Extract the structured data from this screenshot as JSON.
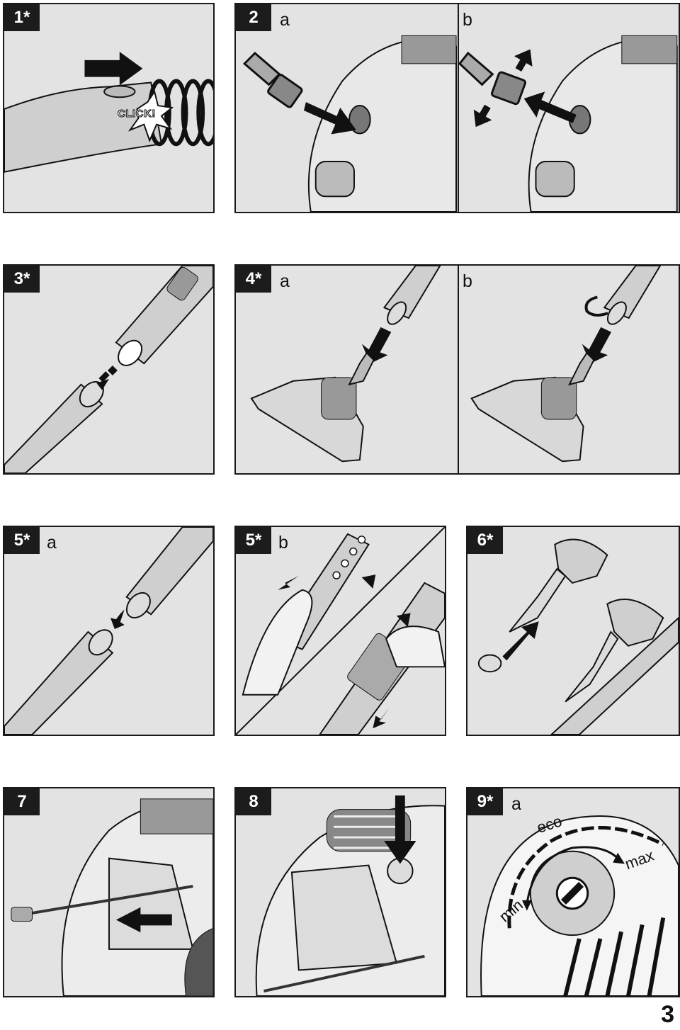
{
  "steps": [
    {
      "label": "1*",
      "sub": ""
    },
    {
      "label": "2",
      "sub": "a",
      "sub2": "b"
    },
    {
      "label": "3*",
      "sub": ""
    },
    {
      "label": "4*",
      "sub": "a",
      "sub2": "b"
    },
    {
      "label": "5*",
      "sub": "a"
    },
    {
      "label": "5*",
      "sub": "b"
    },
    {
      "label": "6*",
      "sub": ""
    },
    {
      "label": "7",
      "sub": ""
    },
    {
      "label": "8",
      "sub": ""
    },
    {
      "label": "9*",
      "sub": "a"
    }
  ],
  "callouts": {
    "click": "CLICK!",
    "eco": "eco",
    "max": "max",
    "min": "min"
  },
  "page_number": "3",
  "colors": {
    "panel_bg": "#e3e3e3",
    "ink": "#1a1a1a",
    "label_bg": "#1c1c1c"
  }
}
